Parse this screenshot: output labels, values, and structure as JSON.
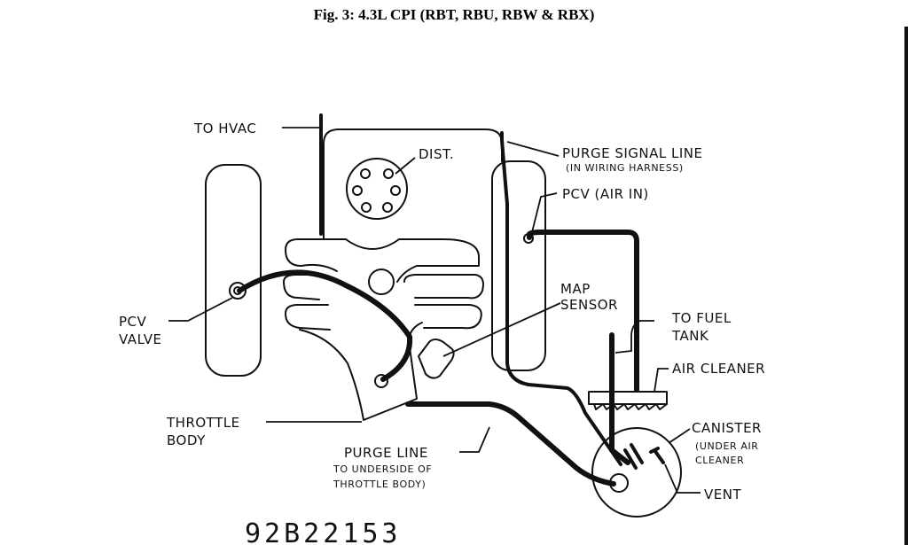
{
  "figure": {
    "title": "Fig. 3: 4.3L CPI (RBT, RBU, RBW & RBX)",
    "code": "92B22153"
  },
  "labels": {
    "to_hvac": "TO HVAC",
    "dist": "DIST.",
    "purge_signal_line": "PURGE SIGNAL LINE",
    "purge_signal_note": "(IN WIRING HARNESS)",
    "pcv_air_in": "PCV  (AIR IN)",
    "pcv_valve_1": "PCV",
    "pcv_valve_2": "VALVE",
    "map_sensor_1": "MAP",
    "map_sensor_2": "SENSOR",
    "to_fuel_tank_1": "TO FUEL",
    "to_fuel_tank_2": "TANK",
    "air_cleaner": "AIR CLEANER",
    "throttle_body_1": "THROTTLE",
    "throttle_body_2": "BODY",
    "purge_line": "PURGE LINE",
    "purge_line_note_1": "TO UNDERSIDE OF",
    "purge_line_note_2": "THROTTLE BODY)",
    "canister": "CANISTER",
    "canister_note_1": "(UNDER AIR",
    "canister_note_2": "CLEANER",
    "vent": "VENT"
  }
}
